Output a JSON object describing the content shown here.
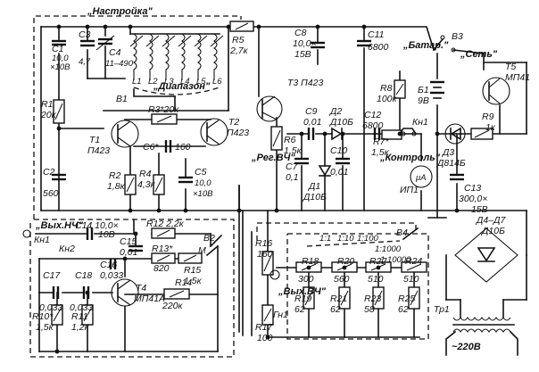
{
  "labels": {
    "tuning": "„Настройка\"",
    "range": "„Диапазон\"",
    "battery": "„Батар.\"",
    "mains": "„Сеть\"",
    "control": "„Контроль\"",
    "reg_hf": "„Рег.ВЧ\"",
    "out_lf": "„Вых.НЧ\"",
    "out_hf": "„Вых.ВЧ\"",
    "ac_220": "~220В"
  },
  "components": {
    "C1": [
      "C1",
      "10,0",
      "×10В"
    ],
    "C3": [
      "C3",
      "4,7"
    ],
    "C4": [
      "C4",
      "11–490"
    ],
    "inductors": [
      "L1",
      "L2",
      "L3",
      "L4",
      "L5",
      "L6"
    ],
    "B1": [
      "В1"
    ],
    "R5": [
      "R5",
      "2,7к"
    ],
    "C8": [
      "C8",
      "10,0×",
      "15В"
    ],
    "C11": [
      "C11",
      "6800"
    ],
    "B2_range": [
      "В2"
    ],
    "B3": [
      "В3"
    ],
    "T5": [
      "T5",
      "МП41"
    ],
    "R1": [
      "R1",
      "20к"
    ],
    "R3": [
      "R3*20к"
    ],
    "C6": [
      "C6*",
      "160"
    ],
    "T1": [
      "T1",
      "П423"
    ],
    "T2": [
      "T2",
      "П423"
    ],
    "T3": [
      "T3  П423"
    ],
    "R2": [
      "R2",
      "1,8к"
    ],
    "R4": [
      "R4",
      "4,3к"
    ],
    "C5": [
      "C5",
      "10,0",
      "×10В"
    ],
    "C2": [
      "C2",
      "560"
    ],
    "C9": [
      "C9",
      "0,01"
    ],
    "D2": [
      "Д2",
      "Д10Б"
    ],
    "R6": [
      "R6",
      "1,5к"
    ],
    "C7": [
      "C7",
      "0,1"
    ],
    "D1": [
      "Д1",
      "Д10Б"
    ],
    "C10": [
      "C10",
      "0,01"
    ],
    "C12": [
      "C12",
      "6800"
    ],
    "R8": [
      "R8",
      "100к"
    ],
    "B1bat": [
      "Б1",
      "9В"
    ],
    "KN1": [
      "Кн1"
    ],
    "R7": [
      "R7*",
      "1,5к"
    ],
    "IP1": [
      "ИП1"
    ],
    "D3": [
      "Д3",
      "Д814Б"
    ],
    "R9": [
      "R9",
      "1к"
    ],
    "C13": [
      "C13",
      "300,0×",
      "15В"
    ],
    "D4D7": [
      "Д4–Д7",
      "Д10Б"
    ],
    "C14": [
      "C14 10,0×",
      "10В"
    ],
    "R12": [
      "R12 2,2к"
    ],
    "Kn2": [
      "Кн2"
    ],
    "Kn1_out": [
      "Кн1"
    ],
    "C15": [
      "C15",
      "0,01"
    ],
    "R13": [
      "R13*",
      "820"
    ],
    "B2": [
      "В2"
    ],
    "M": [
      "М"
    ],
    "R14": [
      "R14",
      "220к"
    ],
    "R15": [
      "R15",
      "1,5к"
    ],
    "C16": [
      "C16",
      "0,033"
    ],
    "C17": [
      "C17",
      "0,033"
    ],
    "C18": [
      "C18",
      "0,033"
    ],
    "T4": [
      "T4",
      "МП41А"
    ],
    "R10": [
      "R10*",
      "1,5к"
    ],
    "R11": [
      "R11",
      "1,2к"
    ],
    "R16": [
      "R16",
      "160"
    ],
    "R17": [
      "R17",
      "100"
    ],
    "Gn1": [
      "Гн1"
    ],
    "R18": [
      "R18",
      "300"
    ],
    "R19": [
      "R19",
      "62"
    ],
    "R20": [
      "R20",
      "560"
    ],
    "R21": [
      "R21",
      "62"
    ],
    "R22": [
      "R22",
      "510"
    ],
    "R23": [
      "R23",
      "58"
    ],
    "R24": [
      "R24",
      "510"
    ],
    "R25": [
      "R25",
      "62"
    ],
    "B4": [
      "В4"
    ],
    "Tr1": [
      "Тр1"
    ]
  },
  "attenuator_steps": [
    "1:1",
    "1:10",
    "1:100",
    "1:1000",
    "1:10000"
  ]
}
